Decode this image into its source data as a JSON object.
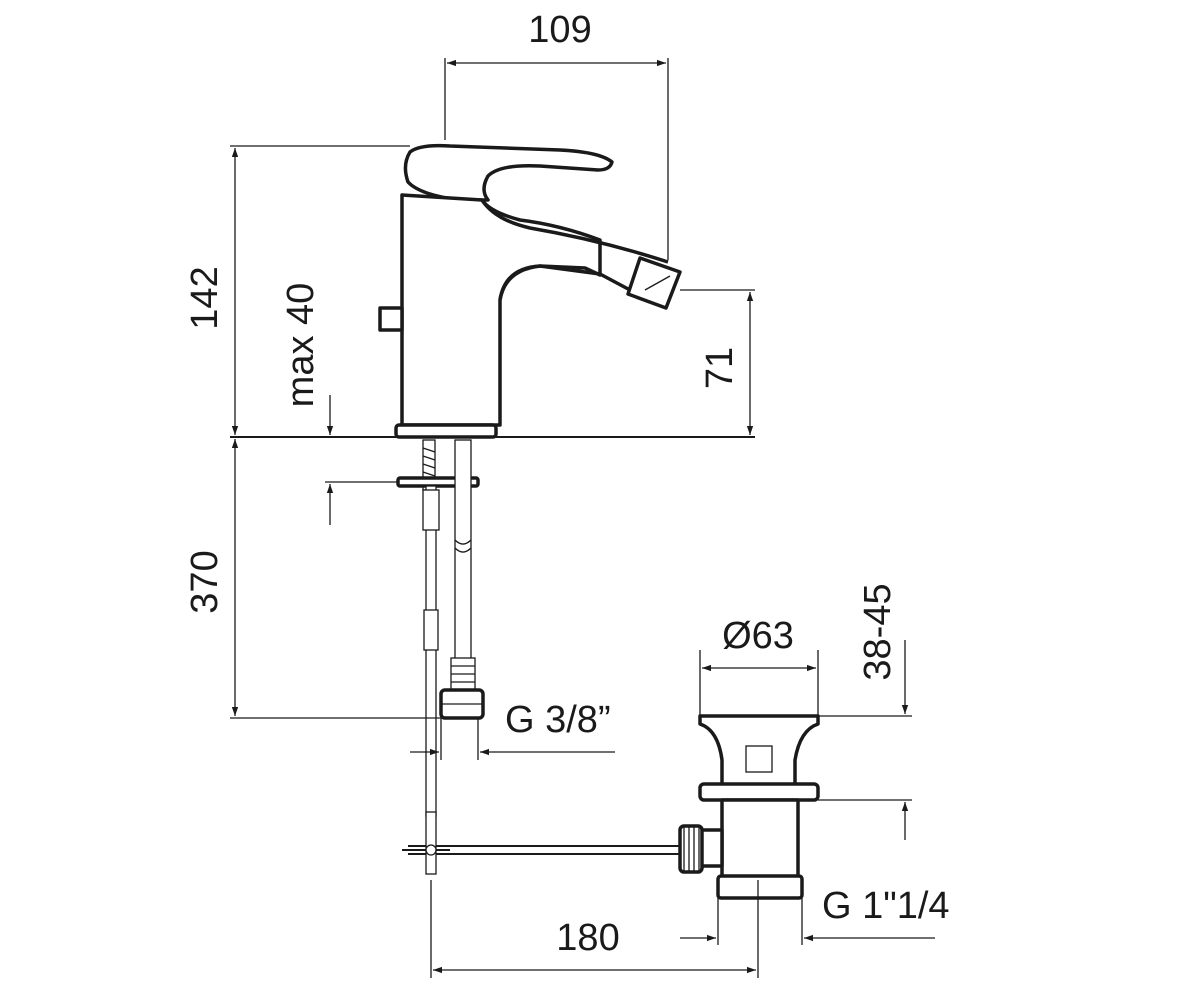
{
  "dimensions": {
    "spout_reach": "109",
    "total_height": "142",
    "max_deck_thickness": "max 40",
    "spout_height": "71",
    "hose_length": "370",
    "inlet_thread": "G 3/8”",
    "waste_diameter": "Ø63",
    "waste_height_range": "38-45",
    "waste_thread": "G 1\"1/4",
    "rod_length": "180"
  },
  "colors": {
    "line": "#1a1a1a",
    "background": "#ffffff"
  }
}
